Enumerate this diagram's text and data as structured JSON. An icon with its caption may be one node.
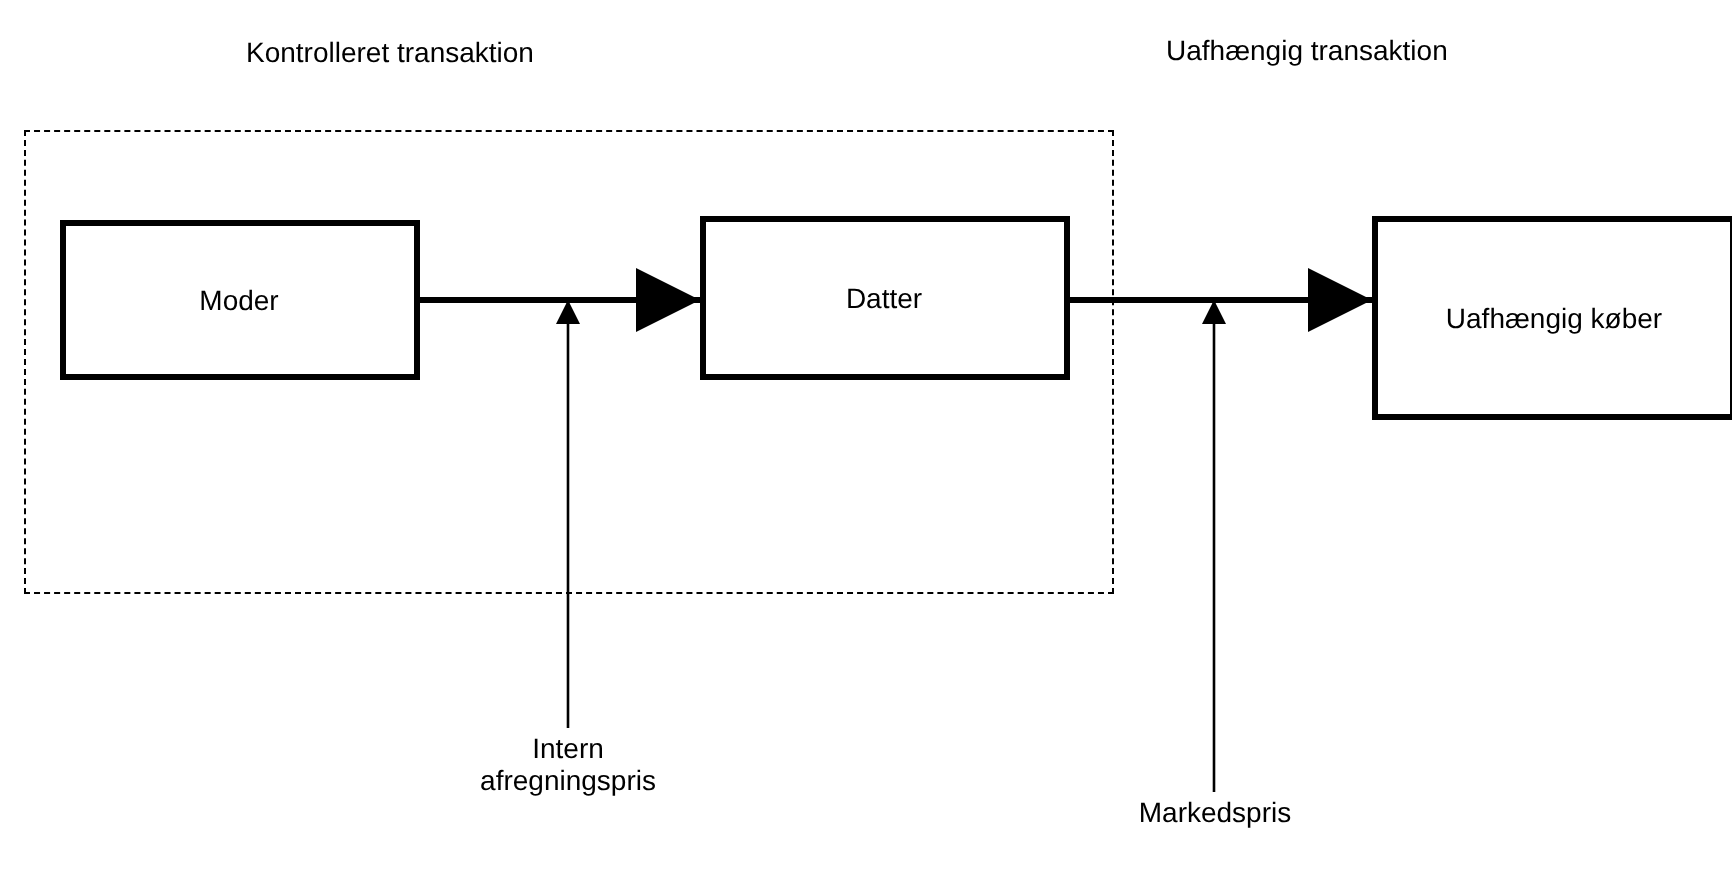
{
  "diagram": {
    "nodes": [
      {
        "text": [
          "Kontrolleret transaktion"
        ]
      },
      {
        "text": [
          "Moder"
        ],
        "in": 0
      },
      {
        "text": [
          "Datter"
        ],
        "in": 0
      },
      {
        "text": [
          "Uafhængig køber"
        ]
      },
      {
        "text": [
          "Intern afregningspris"
        ]
      },
      {
        "text": [
          "Markedspris"
        ]
      }
    ],
    "edges": [
      {
        "from": 1,
        "to": 2,
        "arrow": "to",
        "style": "thick"
      },
      {
        "from": 2,
        "to": 3,
        "arrow": "to",
        "style": "thick"
      },
      {
        "from": 4,
        "to": null,
        "arrow": "to"
      },
      {
        "from": 5,
        "to": null,
        "arrow": "to"
      }
    ],
    "labels": [
      "Uafhængig transaktion"
    ]
  }
}
